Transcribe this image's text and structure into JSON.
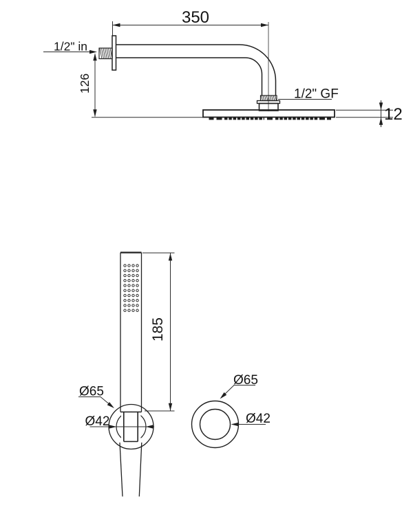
{
  "drawing": {
    "overhead_view": {
      "arm_length": "350",
      "inlet_label": "1/2\" in",
      "wall_to_head_drop": "126",
      "head_connection_label": "1/2\" GF",
      "head_thickness": "12"
    },
    "hand_shower_view": {
      "handle_length": "185",
      "holder_outer_diameter": "Ø65",
      "holder_inner_diameter": "Ø42"
    },
    "holder_front_view": {
      "outer_diameter": "Ø65",
      "inner_diameter": "Ø42"
    },
    "colors": {
      "line": "#1f1f1f",
      "text": "#141414",
      "background": "#ffffff",
      "hatch_fill_light": "#b5b5b5",
      "hatch_fill_dark": "#8a8a8a"
    }
  }
}
